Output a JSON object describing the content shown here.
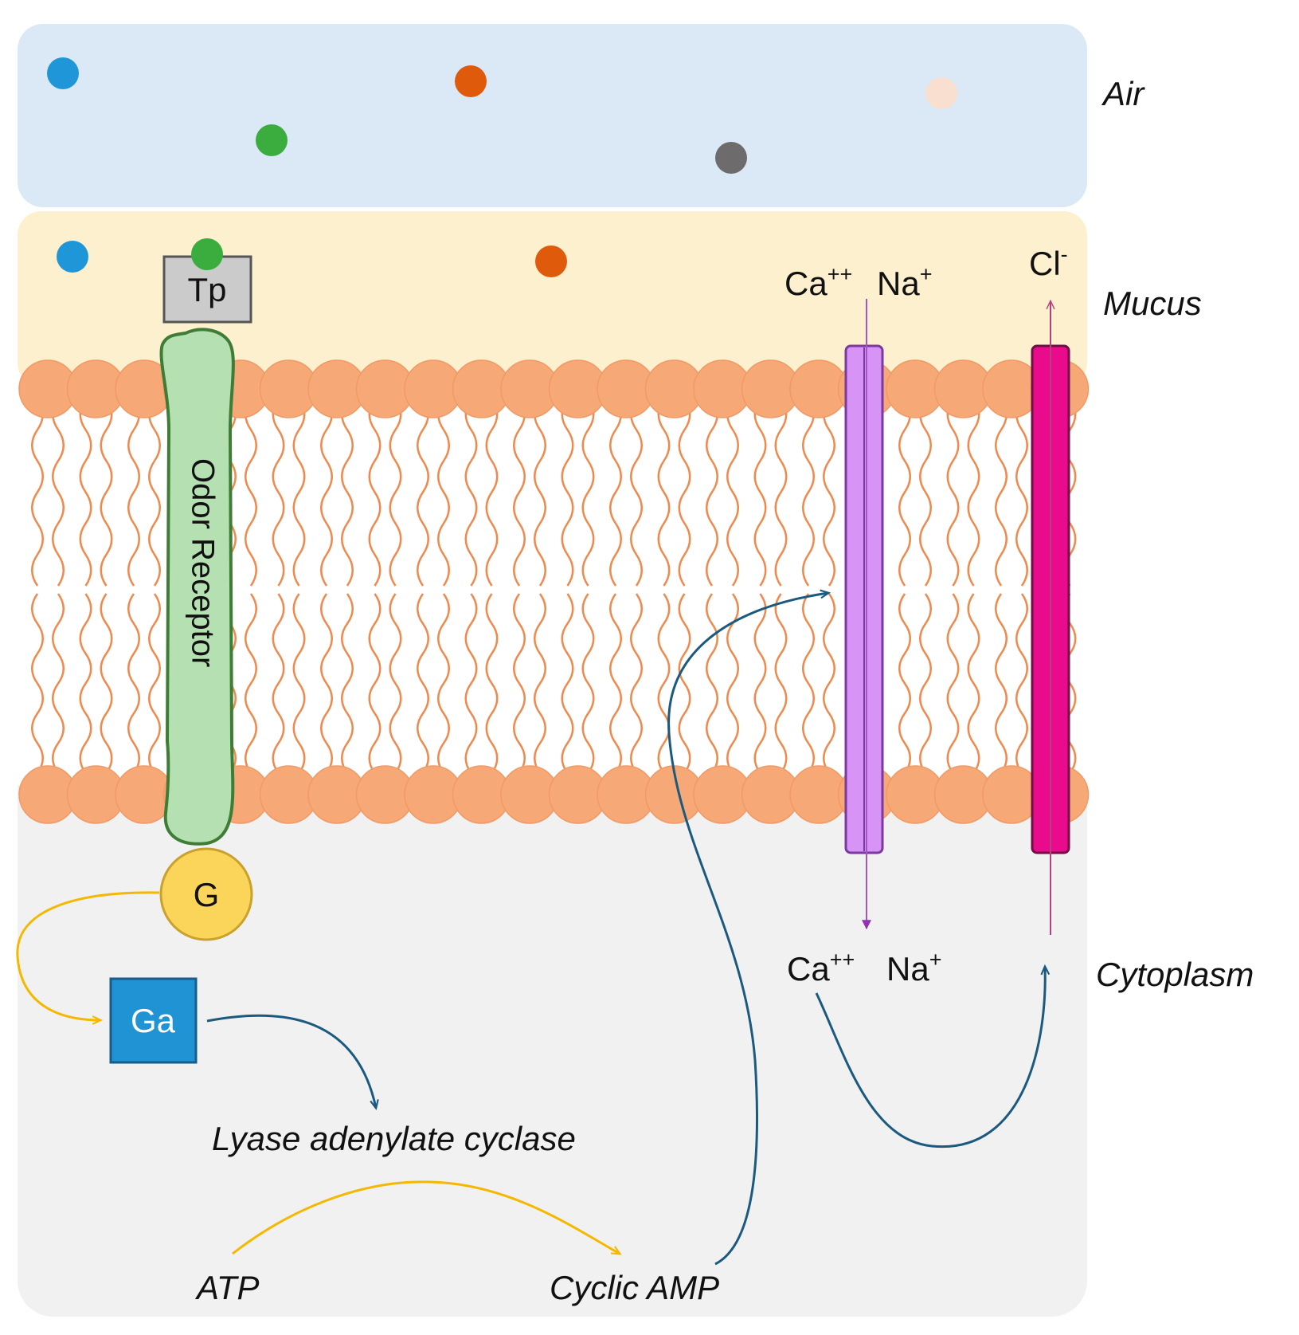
{
  "regions": {
    "air": {
      "label": "Air",
      "color": "#dbe9f6"
    },
    "mucus": {
      "label": "Mucus",
      "color": "#fdf0cf"
    },
    "cytoplasm": {
      "label": "Cytoplasm",
      "color": "#f1f1f1"
    }
  },
  "odorants": {
    "air": [
      "#1f96d8",
      "#e05a0c",
      "#f9dfd0",
      "#3aad3e",
      "#6d6b6b"
    ],
    "mucus": [
      "#1f96d8",
      "#e05a0c"
    ],
    "bound": "#3aad3e"
  },
  "membrane": {
    "head_color": "#f7a877",
    "tail_color": "#ef8a4e"
  },
  "receptor": {
    "label": "Odor Receptor",
    "fill": "#b5e0b1",
    "stroke": "#3f7c36",
    "tp_label": "Tp",
    "g_label": "G",
    "g_color": "#fbd45a"
  },
  "cascade": {
    "ga_label": "Ga",
    "ga_color": "#1f93d4",
    "enzyme": "Lyase adenylate cyclase",
    "atp": "ATP",
    "camp": "Cyclic AMP",
    "arrow_yellow": "#f5b800",
    "arrow_blue": "#1b5a7e"
  },
  "channels": {
    "cation": {
      "color": "#d793f5",
      "ion_a": "Ca",
      "ion_a_charge": "++",
      "ion_b": "Na",
      "ion_b_charge": "+"
    },
    "chloride": {
      "color": "#ea0b8c",
      "ion": "Cl",
      "ion_charge": "-"
    }
  }
}
